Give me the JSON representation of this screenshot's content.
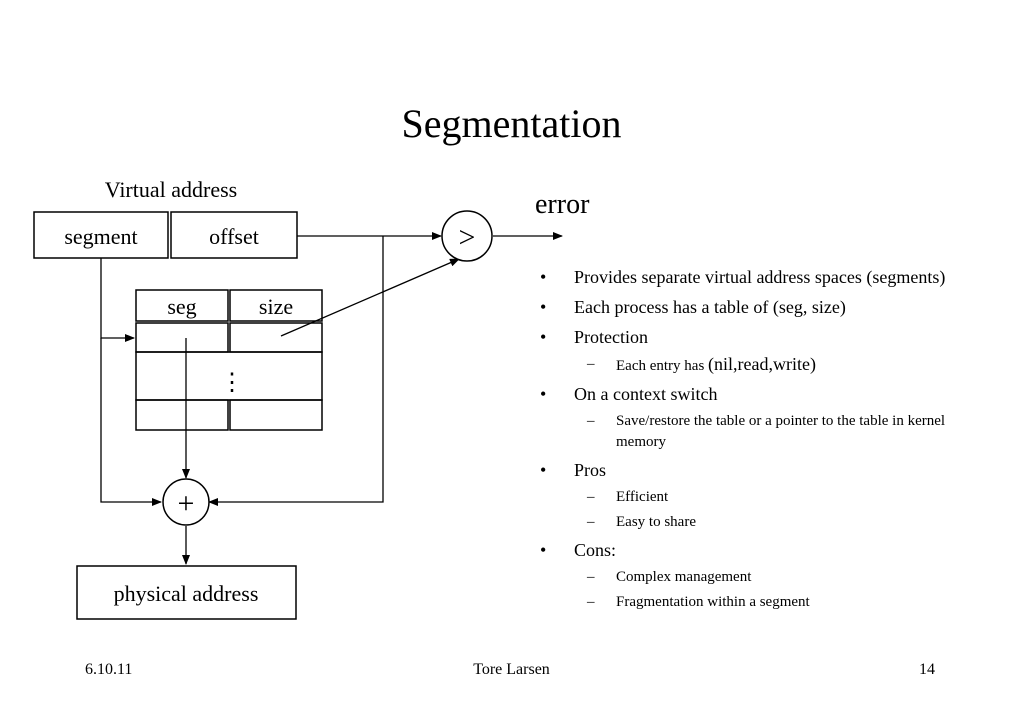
{
  "slide": {
    "title": "Segmentation"
  },
  "diagram": {
    "virtual_address_label": "Virtual address",
    "segment_field": "segment",
    "offset_field": "offset",
    "table_headers": [
      "seg",
      "size"
    ],
    "table_ellipsis": "⋮",
    "comparator_symbol": ">",
    "adder_symbol": "+",
    "error_label": "error",
    "physical_address_label": "physical address"
  },
  "bullets": {
    "b1": "Provides separate virtual address spaces (segments)",
    "b2": "Each process has a table of (seg, size)",
    "b3": "Protection",
    "b3_sub_prefix": "Each entry has",
    "b3_sub_value": "(nil,read,write)",
    "b4": "On a context switch",
    "b4_sub": "Save/restore the table or a pointer to the table in kernel memory",
    "b5": "Pros",
    "b5_sub1": "Efficient",
    "b5_sub2": "Easy to share",
    "b6": "Cons:",
    "b6_sub1": "Complex management",
    "b6_sub2": "Fragmentation within a segment"
  },
  "footer": {
    "date": "6.10.11",
    "author": "Tore Larsen",
    "page": "14"
  }
}
